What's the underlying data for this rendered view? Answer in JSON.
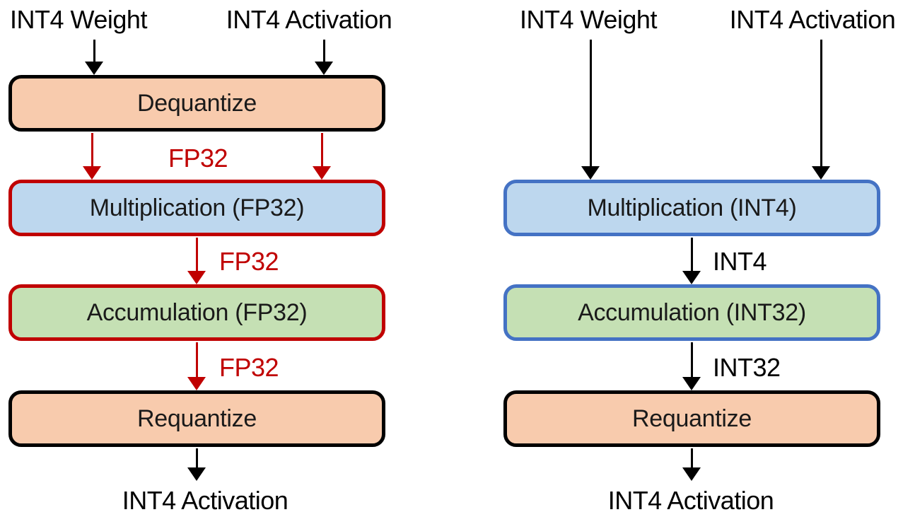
{
  "colors": {
    "dequant_requant_fill": "#F8CBAD",
    "multiplication_fill": "#BDD7EE",
    "accumulation_fill": "#C5E0B4",
    "fp32_path_red": "#C00000",
    "int_path_blue_border": "#4472C4",
    "black_border": "#000000"
  },
  "left_pipeline": {
    "inputs": {
      "weight": "INT4 Weight",
      "activation": "INT4 Activation"
    },
    "boxes": {
      "dequantize": "Dequantize",
      "multiplication": "Multiplication (FP32)",
      "accumulation": "Accumulation (FP32)",
      "requantize": "Requantize"
    },
    "edge_labels": {
      "after_dequantize": "FP32",
      "after_multiplication": "FP32",
      "after_accumulation": "FP32"
    },
    "output": "INT4 Activation"
  },
  "right_pipeline": {
    "inputs": {
      "weight": "INT4 Weight",
      "activation": "INT4 Activation"
    },
    "boxes": {
      "multiplication": "Multiplication (INT4)",
      "accumulation": "Accumulation (INT32)",
      "requantize": "Requantize"
    },
    "edge_labels": {
      "after_multiplication": "INT4",
      "after_accumulation": "INT32"
    },
    "output": "INT4 Activation"
  }
}
